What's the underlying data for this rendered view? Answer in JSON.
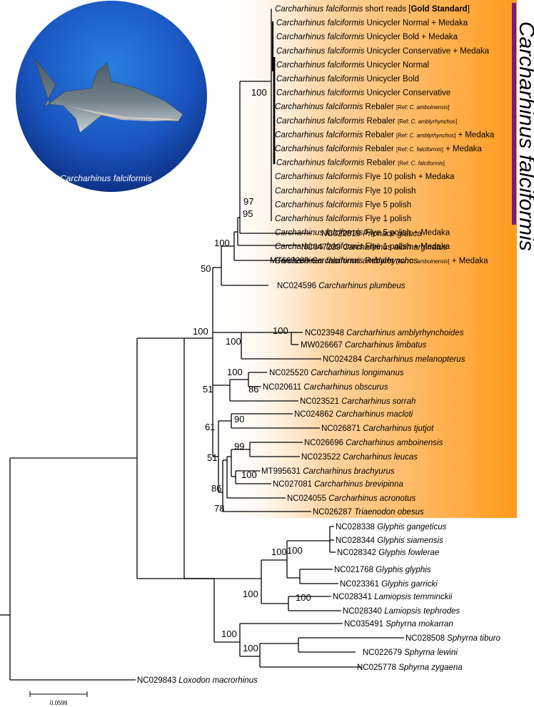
{
  "photo": {
    "caption": "Carcharhinus falciformis"
  },
  "clade_label": "Carcharhinus falciformis",
  "colors": {
    "clade_bar": "#7a1a7a",
    "clade_highlight": "#ff9a1c",
    "ocean": "#1650b8"
  },
  "scale_bar": {
    "label": "0.0599",
    "value": 0.0599
  },
  "taxa": [
    {
      "id": "t1",
      "parts": [
        {
          "t": "Carcharhinus falciformis",
          "i": true
        },
        {
          "t": " short reads ["
        },
        {
          "t": "Gold Standard",
          "b": true
        },
        {
          "t": "]"
        }
      ]
    },
    {
      "id": "t2",
      "parts": [
        {
          "t": "Carcharhinus falciformis",
          "i": true
        },
        {
          "t": " Unicycler Normal + Medaka"
        }
      ]
    },
    {
      "id": "t3",
      "parts": [
        {
          "t": "Carcharhinus falciformis",
          "i": true
        },
        {
          "t": " Unicycler Bold + Medaka"
        }
      ]
    },
    {
      "id": "t4",
      "parts": [
        {
          "t": "Carcharhinus falciformis",
          "i": true
        },
        {
          "t": " Unicycler Conservative + Medaka"
        }
      ]
    },
    {
      "id": "t5",
      "parts": [
        {
          "t": "Carcharhinus falciformis",
          "i": true
        },
        {
          "t": " Unicycler Normal"
        }
      ]
    },
    {
      "id": "t6",
      "parts": [
        {
          "t": "Carcharhinus falciformis",
          "i": true
        },
        {
          "t": " Unicycler Bold"
        }
      ]
    },
    {
      "id": "t7",
      "parts": [
        {
          "t": "Carcharhinus falciformis",
          "i": true
        },
        {
          "t": " Unicycler Conservative"
        }
      ]
    },
    {
      "id": "t8",
      "parts": [
        {
          "t": "Carcharhinus falciformis",
          "i": true
        },
        {
          "t": " Rebaler "
        },
        {
          "t": "[Ref: ",
          "s": true
        },
        {
          "t": "C. amboinensis",
          "s": true,
          "i": true
        },
        {
          "t": "]",
          "s": true
        }
      ]
    },
    {
      "id": "t9",
      "parts": [
        {
          "t": "Carcharhinus falciformis",
          "i": true
        },
        {
          "t": " Rebaler "
        },
        {
          "t": "[Ref: ",
          "s": true
        },
        {
          "t": "C. amblyrhynchos",
          "s": true,
          "i": true
        },
        {
          "t": "]",
          "s": true
        }
      ]
    },
    {
      "id": "t10",
      "parts": [
        {
          "t": "Carcharhinus falciformis",
          "i": true
        },
        {
          "t": " Rebaler "
        },
        {
          "t": "[Ref: ",
          "s": true
        },
        {
          "t": "C. amblyrhynchos",
          "s": true,
          "i": true
        },
        {
          "t": "]",
          "s": true
        },
        {
          "t": " + Medaka"
        }
      ]
    },
    {
      "id": "t11",
      "parts": [
        {
          "t": "Carcharhinus falciformis",
          "i": true
        },
        {
          "t": " Rebaler "
        },
        {
          "t": "[Ref: ",
          "s": true
        },
        {
          "t": "C. falciformis",
          "s": true,
          "i": true
        },
        {
          "t": "]",
          "s": true
        },
        {
          "t": " + Medaka"
        }
      ]
    },
    {
      "id": "t12",
      "parts": [
        {
          "t": "Carcharhinus falciformis",
          "i": true
        },
        {
          "t": " Rebaler "
        },
        {
          "t": "[Ref: ",
          "s": true
        },
        {
          "t": "C. falciformis",
          "s": true,
          "i": true
        },
        {
          "t": "]",
          "s": true
        }
      ]
    },
    {
      "id": "t13",
      "parts": [
        {
          "t": "Carcharhinus falciformis",
          "i": true
        },
        {
          "t": " Flye 10 polish + Medaka"
        }
      ]
    },
    {
      "id": "t14",
      "parts": [
        {
          "t": "Carcharhinus falciformis",
          "i": true
        },
        {
          "t": " Flye 10 polish"
        }
      ]
    },
    {
      "id": "t15",
      "parts": [
        {
          "t": "Carcharhinus falciformis",
          "i": true
        },
        {
          "t": " Flye 5 polish"
        }
      ]
    },
    {
      "id": "t16",
      "parts": [
        {
          "t": "Carcharhinus falciformis",
          "i": true
        },
        {
          "t": " Flye 1 polish"
        }
      ]
    },
    {
      "id": "t17",
      "parts": [
        {
          "t": "Carcharhinus falciformis",
          "i": true
        },
        {
          "t": " Flye 5 polish + Medaka"
        }
      ]
    },
    {
      "id": "t18",
      "parts": [
        {
          "t": "Carcharhinus falciformis",
          "i": true
        },
        {
          "t": " Flye 1 polish + Medaka"
        }
      ]
    },
    {
      "id": "t19",
      "parts": [
        {
          "t": "Carcharhinus falciformis",
          "i": true
        },
        {
          "t": " Rebaler "
        },
        {
          "t": "[Ref: ",
          "s": true
        },
        {
          "t": "C. amboinensis",
          "s": true,
          "i": true
        },
        {
          "t": "]",
          "s": true
        },
        {
          "t": " + Medaka"
        }
      ]
    },
    {
      "id": "t20",
      "parts": [
        {
          "t": "NC022819 "
        },
        {
          "t": "Prionace glauca",
          "i": true
        }
      ]
    },
    {
      "id": "t21",
      "parts": [
        {
          "t": "NC047239 "
        },
        {
          "t": "Carcharhinus albimarginatus",
          "i": true
        }
      ]
    },
    {
      "id": "t22",
      "parts": [
        {
          "t": "MT663280 "
        },
        {
          "t": "Carcharhinus amblyrhynchos",
          "i": true
        }
      ]
    },
    {
      "id": "t23",
      "parts": [
        {
          "t": "NC024596 "
        },
        {
          "t": "Carcharhinus plumbeus",
          "i": true
        }
      ]
    },
    {
      "id": "t24",
      "parts": [
        {
          "t": "NC023948 "
        },
        {
          "t": "Carcharhinus amblyrhynchoides",
          "i": true
        }
      ]
    },
    {
      "id": "t25",
      "parts": [
        {
          "t": "MW026667 "
        },
        {
          "t": "Carcharhinus limbatus",
          "i": true
        }
      ]
    },
    {
      "id": "t26",
      "parts": [
        {
          "t": "NC024284 "
        },
        {
          "t": "Carcharhinus melanopterus",
          "i": true
        }
      ]
    },
    {
      "id": "t27",
      "parts": [
        {
          "t": "NC025520 "
        },
        {
          "t": "Carcharhinus longimanus",
          "i": true
        }
      ]
    },
    {
      "id": "t28",
      "parts": [
        {
          "t": "NC020611 "
        },
        {
          "t": "Carcharhinus obscurus",
          "i": true
        }
      ]
    },
    {
      "id": "t29",
      "parts": [
        {
          "t": "NC023521 "
        },
        {
          "t": "Carcharhinus sorrah",
          "i": true
        }
      ]
    },
    {
      "id": "t30",
      "parts": [
        {
          "t": "NC024862 "
        },
        {
          "t": "Carcharhinus macloti",
          "i": true
        }
      ]
    },
    {
      "id": "t31",
      "parts": [
        {
          "t": "NC026871 "
        },
        {
          "t": "Carcharhinus tjutjot",
          "i": true
        }
      ]
    },
    {
      "id": "t32",
      "parts": [
        {
          "t": "NC026696 "
        },
        {
          "t": "Carcharhinus amboinensis",
          "i": true
        }
      ]
    },
    {
      "id": "t33",
      "parts": [
        {
          "t": "NC023522 "
        },
        {
          "t": "Carcharhinus leucas",
          "i": true
        }
      ]
    },
    {
      "id": "t34",
      "parts": [
        {
          "t": "MT995631 "
        },
        {
          "t": "Carcharhinus brachyurus",
          "i": true
        }
      ]
    },
    {
      "id": "t35",
      "parts": [
        {
          "t": "NC027081 "
        },
        {
          "t": "Carcharhinus brevipinna",
          "i": true
        }
      ]
    },
    {
      "id": "t36",
      "parts": [
        {
          "t": "NC024055 "
        },
        {
          "t": "Carcharhinus acronotus",
          "i": true
        }
      ]
    },
    {
      "id": "t37",
      "parts": [
        {
          "t": "NC026287 "
        },
        {
          "t": "Triaenodon obesus",
          "i": true
        }
      ]
    },
    {
      "id": "t38",
      "parts": [
        {
          "t": "NC028338 "
        },
        {
          "t": "Glyphis gangeticus",
          "i": true
        }
      ]
    },
    {
      "id": "t39",
      "parts": [
        {
          "t": "NC028344 "
        },
        {
          "t": "Glyphis siamensis",
          "i": true
        }
      ]
    },
    {
      "id": "t40",
      "parts": [
        {
          "t": "NC028342 "
        },
        {
          "t": "Glyphis fowlerae",
          "i": true
        }
      ]
    },
    {
      "id": "t41",
      "parts": [
        {
          "t": "NC021768 "
        },
        {
          "t": "Glyphis glyphis",
          "i": true
        }
      ]
    },
    {
      "id": "t42",
      "parts": [
        {
          "t": "NC023361 "
        },
        {
          "t": "Glyphis garricki",
          "i": true
        }
      ]
    },
    {
      "id": "t43",
      "parts": [
        {
          "t": "NC028341 "
        },
        {
          "t": "Lamiopsis temminckii",
          "i": true
        }
      ]
    },
    {
      "id": "t44",
      "parts": [
        {
          "t": "NC028340 "
        },
        {
          "t": "Lamiopsis tephrodes",
          "i": true
        }
      ]
    },
    {
      "id": "t45",
      "parts": [
        {
          "t": "NC035491 "
        },
        {
          "t": "Sphyrna mokarran",
          "i": true
        }
      ]
    },
    {
      "id": "t46",
      "parts": [
        {
          "t": "NC028508 "
        },
        {
          "t": "Sphyrna tiburo",
          "i": true
        }
      ]
    },
    {
      "id": "t47",
      "parts": [
        {
          "t": "NC022679 "
        },
        {
          "t": "Sphyrna lewini",
          "i": true
        }
      ]
    },
    {
      "id": "t48",
      "parts": [
        {
          "t": "NC025778 "
        },
        {
          "t": "Sphyrna zygaena",
          "i": true
        }
      ]
    },
    {
      "id": "t49",
      "parts": [
        {
          "t": "NC029843 "
        },
        {
          "t": "Loxodon macrorhinus",
          "i": true
        }
      ]
    }
  ],
  "support_values": [
    "100",
    "97",
    "95",
    "100",
    "50",
    "100",
    "100",
    "100",
    "100",
    "51",
    "86",
    "90",
    "61",
    "99",
    "51",
    "100",
    "86",
    "78",
    "100",
    "100",
    "100",
    "100",
    "100",
    "100"
  ]
}
